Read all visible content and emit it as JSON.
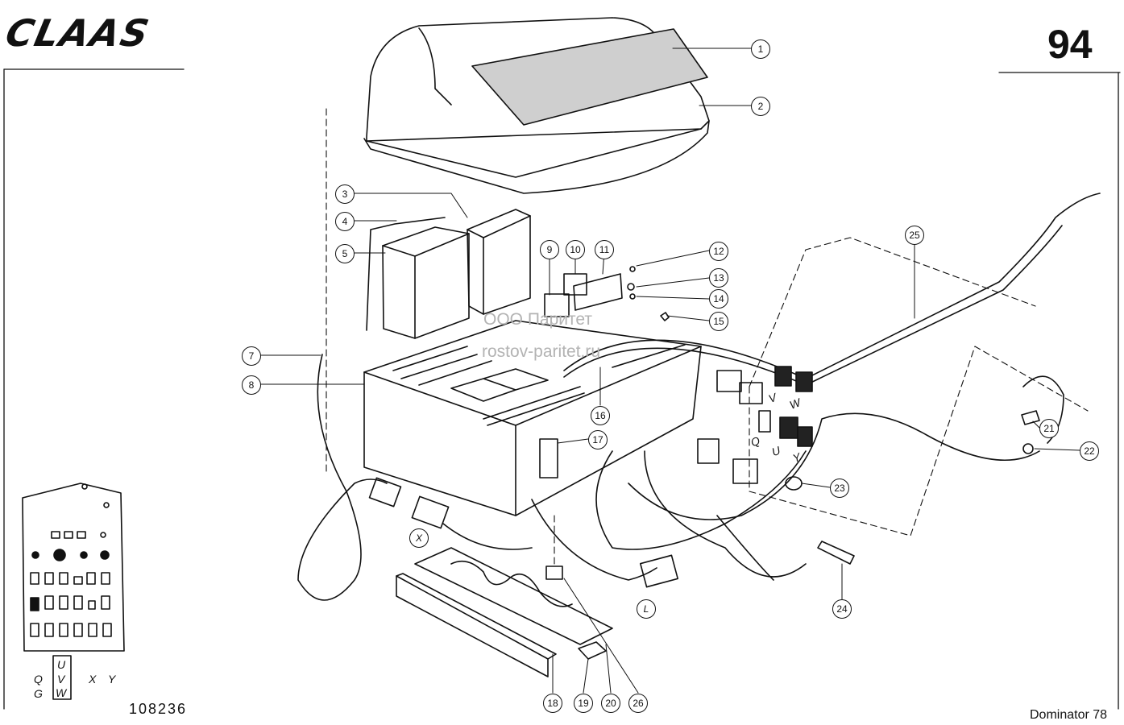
{
  "header": {
    "brand": "CLAAS",
    "page_number": "94"
  },
  "footer": {
    "drawing_number": "108236",
    "model": "Dominator 78"
  },
  "watermark": {
    "line1": "ООО Паритет",
    "line2": "rostov-paritet.ru"
  },
  "callouts": [
    "1",
    "2",
    "3",
    "4",
    "5",
    "7",
    "8",
    "9",
    "10",
    "11",
    "12",
    "13",
    "14",
    "15",
    "16",
    "17",
    "18",
    "19",
    "20",
    "21",
    "22",
    "23",
    "24",
    "25",
    "26"
  ],
  "connector_labels": [
    "X",
    "L"
  ],
  "harness_letters": [
    "V",
    "W",
    "Q",
    "U",
    "Y"
  ],
  "panel_legend": {
    "left_col": [
      "Q",
      "G"
    ],
    "box_col": [
      "U",
      "V",
      "W"
    ],
    "right_col": [
      "X",
      "Y"
    ]
  }
}
